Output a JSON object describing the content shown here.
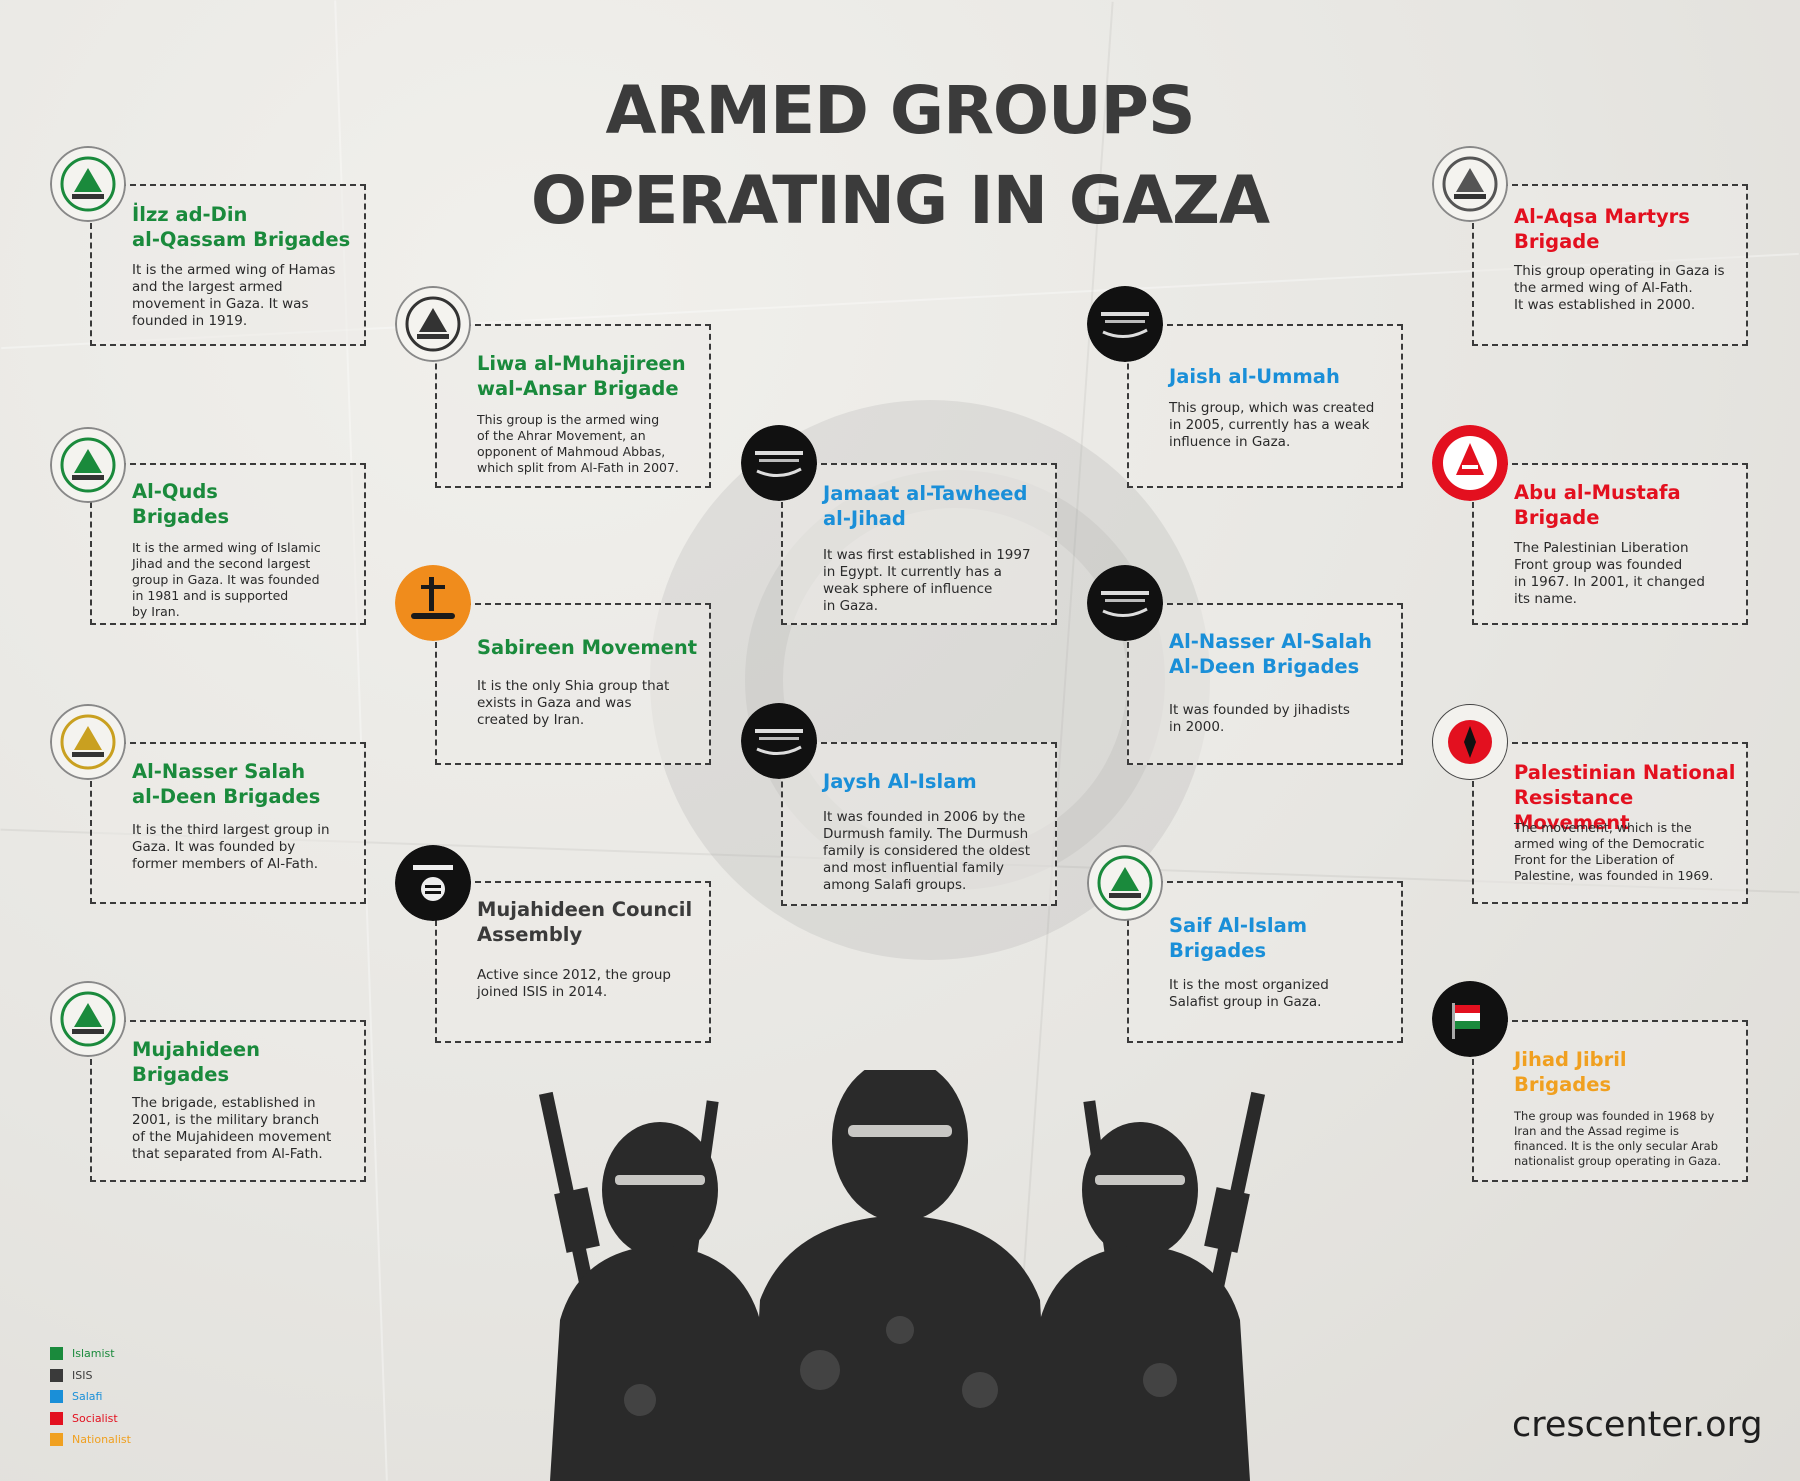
{
  "title": {
    "line1": "ARMED GROUPS",
    "line2": "OPERATING IN GAZA"
  },
  "colors": {
    "islamist": "#1a8a3c",
    "isis": "#3a3a3a",
    "salafi": "#1a8fd8",
    "socialist": "#e3101f",
    "nationalist": "#f0a020"
  },
  "legend": [
    {
      "label": "Islamist",
      "color": "#1a8a3c"
    },
    {
      "label": "ISIS",
      "color": "#3a3a3a"
    },
    {
      "label": "Salafi",
      "color": "#1a8fd8"
    },
    {
      "label": "Socialist",
      "color": "#e3101f"
    },
    {
      "label": "Nationalist",
      "color": "#f0a020"
    }
  ],
  "groups": [
    {
      "name_line1": "İlzz ad-Din",
      "name_line2": "al-Qassam Brigades",
      "category": "islamist",
      "icon": "qassam-emblem-icon",
      "description": [
        "It is the armed wing of Hamas",
        "and the largest armed",
        "movement in Gaza. It was",
        "founded in 1919."
      ]
    },
    {
      "name_line1": "Al-Quds",
      "name_line2": "Brigades",
      "category": "islamist",
      "icon": "quds-emblem-icon",
      "description": [
        "It is the armed wing of Islamic",
        "Jihad and the second largest",
        "group in Gaza. It was founded",
        "in 1981 and is supported",
        "by Iran."
      ]
    },
    {
      "name_line1": "Al-Nasser Salah",
      "name_line2": "al-Deen Brigades",
      "category": "islamist",
      "icon": "nasser-emblem-icon",
      "description": [
        "It is the third largest group in",
        "Gaza. It was founded by",
        "former members of Al-Fath."
      ]
    },
    {
      "name_line1": "Mujahideen",
      "name_line2": "Brigades",
      "category": "islamist",
      "icon": "mujahideen-emblem-icon",
      "description": [
        "The brigade, established in",
        "2001, is the military branch",
        "of the Mujahideen movement",
        "that separated from Al-Fath."
      ]
    },
    {
      "name_line1": "Liwa al-Muhajireen",
      "name_line2": "wal-Ansar Brigade",
      "category": "islamist",
      "icon": "liwa-emblem-icon",
      "description": [
        "This group is the armed wing",
        "of the Ahrar Movement, an",
        "opponent of Mahmoud Abbas,",
        "which split from Al-Fath in 2007."
      ]
    },
    {
      "name_line1": "Sabireen Movement",
      "name_line2": "",
      "category": "islamist",
      "icon": "sabireen-emblem-icon",
      "description": [
        "It is the only Shia group that",
        "exists in Gaza and was",
        "created by Iran."
      ]
    },
    {
      "name_line1": "Mujahideen Council",
      "name_line2": "Assembly",
      "category": "isis",
      "icon": "black-flag-icon",
      "description": [
        "Active since 2012, the group",
        "joined ISIS in 2014."
      ]
    },
    {
      "name_line1": "Jamaat al-Tawheed",
      "name_line2": "al-Jihad",
      "category": "salafi",
      "icon": "tawheed-emblem-icon",
      "description": [
        "It was first established in 1997",
        "in Egypt. It currently has a",
        "weak sphere of influence",
        "in Gaza."
      ]
    },
    {
      "name_line1": "Jaysh Al-Islam",
      "name_line2": "",
      "category": "salafi",
      "icon": "jaysh-emblem-icon",
      "description": [
        "It was founded in 2006 by the",
        "Durmush family. The Durmush",
        "family is considered the oldest",
        "and most influential family",
        "among Salafi groups."
      ]
    },
    {
      "name_line1": "Jaish al-Ummah",
      "name_line2": "",
      "category": "salafi",
      "icon": "ummah-emblem-icon",
      "description": [
        "This group, which was created",
        "in 2005, currently has a weak",
        "influence in Gaza."
      ]
    },
    {
      "name_line1": "Al-Nasser Al-Salah",
      "name_line2": "Al-Deen Brigades",
      "category": "salafi",
      "icon": "nasser-salafi-emblem-icon",
      "description": [
        "It was founded by jihadists",
        "in 2000."
      ]
    },
    {
      "name_line1": "Saif Al-Islam",
      "name_line2": "Brigades",
      "category": "salafi",
      "icon": "saif-emblem-icon",
      "description": [
        "It is the most organized",
        "Salafist group in Gaza."
      ]
    },
    {
      "name_line1": "Al-Aqsa Martyrs",
      "name_line2": "Brigade",
      "category": "socialist",
      "icon": "aqsa-emblem-icon",
      "description": [
        "This group operating in Gaza is",
        "the armed wing of Al-Fath.",
        "It was established in 2000."
      ]
    },
    {
      "name_line1": "Abu al-Mustafa",
      "name_line2": "Brigade",
      "category": "socialist",
      "icon": "mustafa-emblem-icon",
      "description": [
        "The Palestinian Liberation",
        "Front group was founded",
        "in 1967. In 2001, it changed",
        "its name."
      ]
    },
    {
      "name_line1": "Palestinian National",
      "name_line2": "Resistance Movement",
      "category": "socialist",
      "icon": "pnrm-emblem-icon",
      "description": [
        "The movement, which is the",
        "armed wing of the Democratic",
        "Front for the Liberation of",
        "Palestine, was founded in 1969."
      ]
    },
    {
      "name_line1": "Jihad Jibril",
      "name_line2": "Brigades",
      "category": "nationalist",
      "icon": "jibril-emblem-icon",
      "description": [
        "The group was founded in 1968 by",
        "Iran and the Assad regime is",
        "financed. It is the only secular Arab",
        "nationalist group operating in Gaza."
      ]
    }
  ],
  "footer": {
    "site": "crescenter.org"
  }
}
